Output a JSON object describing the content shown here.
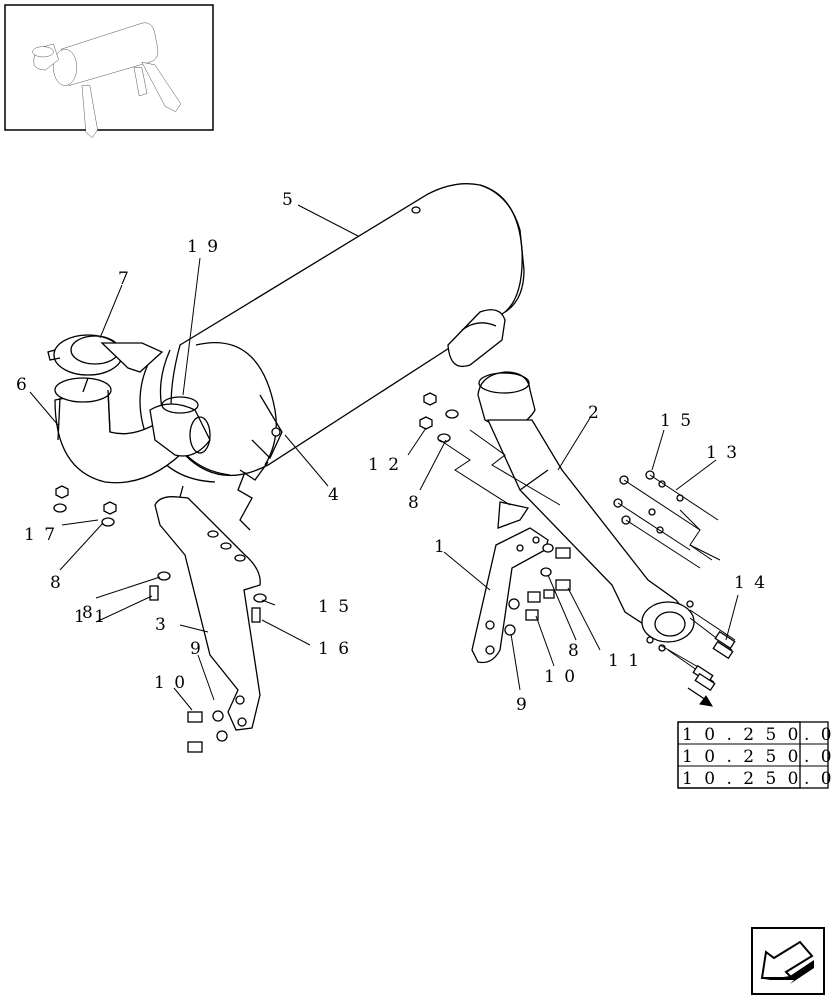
{
  "callouts": [
    {
      "id": "c1",
      "text": "1"
    },
    {
      "id": "c2",
      "text": "2"
    },
    {
      "id": "c3",
      "text": "3"
    },
    {
      "id": "c4",
      "text": "4"
    },
    {
      "id": "c5",
      "text": "5"
    },
    {
      "id": "c6",
      "text": "6"
    },
    {
      "id": "c7",
      "text": "7"
    },
    {
      "id": "c8a",
      "text": "8"
    },
    {
      "id": "c8b",
      "text": "8"
    },
    {
      "id": "c8c",
      "text": "8"
    },
    {
      "id": "c8d",
      "text": "8"
    },
    {
      "id": "c9a",
      "text": "9"
    },
    {
      "id": "c9b",
      "text": "9"
    },
    {
      "id": "c10a",
      "text": "1 0"
    },
    {
      "id": "c10b",
      "text": "1 0"
    },
    {
      "id": "c11a",
      "text": "1 1"
    },
    {
      "id": "c11b",
      "text": "1 1"
    },
    {
      "id": "c12",
      "text": "1 2"
    },
    {
      "id": "c13",
      "text": "1 3"
    },
    {
      "id": "c14",
      "text": "1 4"
    },
    {
      "id": "c15",
      "text": "1 5"
    },
    {
      "id": "c16",
      "text": "1 6"
    },
    {
      "id": "c17",
      "text": "1 7"
    },
    {
      "id": "c18",
      "text": "1 8"
    },
    {
      "id": "c19",
      "text": "1 9"
    }
  ],
  "references": [
    {
      "text": "1 0 . 2 5 0",
      "suffix": ". 0"
    },
    {
      "text": "1 0 . 2 5 0",
      "suffix": ". 0"
    },
    {
      "text": "1 0 . 2 5 0",
      "suffix": ". 0"
    }
  ],
  "icons": {
    "thumbnail": "assembly-thumbnail-icon",
    "nav": "next-page-arrow-icon"
  }
}
